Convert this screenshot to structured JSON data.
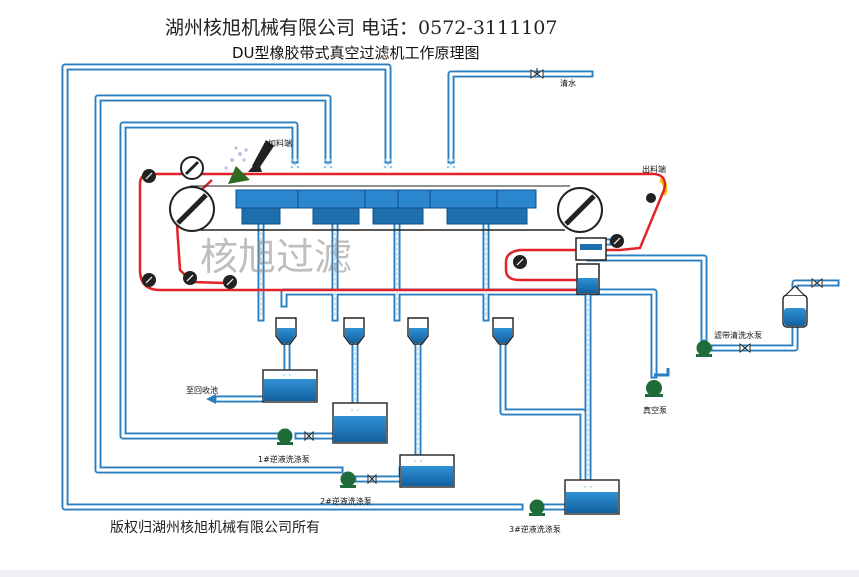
{
  "header": {
    "company_phone": "湖州核旭机械有限公司  电话：0572-3111107",
    "title": "DU型橡胶带式真空过滤机工作原理图"
  },
  "watermark": "核旭过滤",
  "copyright": "版权归湖州核旭机械有限公司所有",
  "labels": {
    "clean_water": "清水",
    "feed_end": "加料端",
    "discharge_end": "出料端",
    "to_recovery_pool": "至回收池",
    "vacuum_pump": "真空泵",
    "belt_wash_pump": "滤带清洗水泵",
    "pump1": "1#逆液洗涤泵",
    "pump2": "2#逆液洗涤泵",
    "pump3": "3#逆液洗涤泵"
  },
  "colors": {
    "pipe_fill": "#ffffff",
    "pipe_border": "#2a7fc0",
    "pipe_inner": "#bfe0f4",
    "belt_red": "#e0242a",
    "cake_green": "#3c7a2a",
    "cake_yellow": "#f5c400",
    "tank_water": "#1e7fc4",
    "vacuum_box": "#1d6fae",
    "pump_green": "#1f6b3a"
  }
}
